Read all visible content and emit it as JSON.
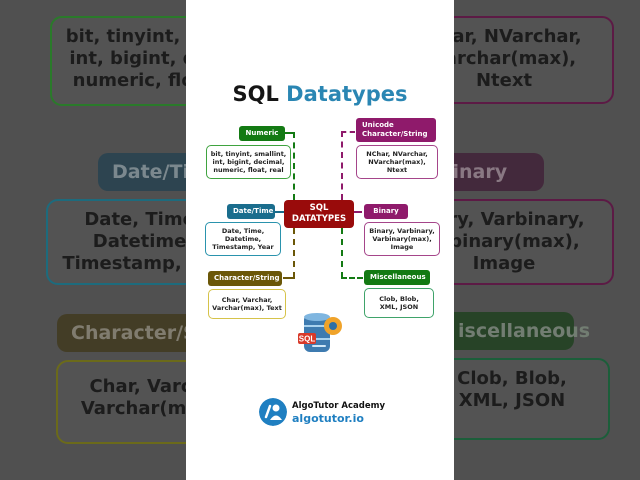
{
  "title": {
    "part1": "SQL",
    "part2": "Datatypes"
  },
  "center_node": {
    "line1": "SQL",
    "line2": "DATATYPES",
    "color": "#990b0b"
  },
  "categories": [
    {
      "id": "numeric",
      "label": "Numeric",
      "values": [
        "bit, tinyint, smallint,",
        "int, bigint, decimal,",
        "numeric, float, real"
      ],
      "color": "#137a13"
    },
    {
      "id": "unicode",
      "label": [
        "Unicode",
        "Character/String"
      ],
      "values": [
        "NChar, NVarchar,",
        "NVarchar(max),",
        "Ntext"
      ],
      "color": "#8f1a6b"
    },
    {
      "id": "datetime",
      "label": "Date/Time",
      "values": [
        "Date, Time,",
        "Datetime,",
        "Timestamp, Year"
      ],
      "color": "#1a6d8d"
    },
    {
      "id": "binary",
      "label": "Binary",
      "values": [
        "Binary, Varbinary,",
        "Varbinary(max),",
        "Image"
      ],
      "color": "#8f1a6b"
    },
    {
      "id": "character",
      "label": "Character/String",
      "values": [
        "Char, Varchar,",
        "Varchar(max), Text"
      ],
      "color": "#6b5708"
    },
    {
      "id": "misc",
      "label": "Miscellaneous",
      "values": [
        "Clob, Blob,",
        "XML, JSON"
      ],
      "color": "#137a13"
    }
  ],
  "icon": {
    "name": "sql-database-gear-icon",
    "badge": "SQL"
  },
  "brand": {
    "name": "AlgoTutor Academy",
    "url": "algotutor.io",
    "color": "#1f7fc1"
  },
  "background_blur": {
    "left": {
      "numeric_values": [
        "bit, tinyint, sma",
        "int, bigint, deci",
        "numeric, float,"
      ],
      "datetime_tag": "Date/Tim",
      "datetime_values": [
        "Date, Time,",
        "Datetime,",
        "Timestamp, Yea"
      ],
      "character_tag": "Character/St",
      "character_values": [
        "Char, Varcha",
        "Varchar(max),"
      ]
    },
    "right": {
      "unicode_values": [
        "Char, NVarchar,",
        "Varchar(max),",
        "Ntext"
      ],
      "binary_tag": "Binary",
      "binary_values": [
        "nary, Varbinary,",
        "arbinary(max),",
        "Image"
      ],
      "misc_tag": "iscellaneous",
      "misc_values": [
        "Clob, Blob,",
        "XML, JSON"
      ]
    }
  }
}
